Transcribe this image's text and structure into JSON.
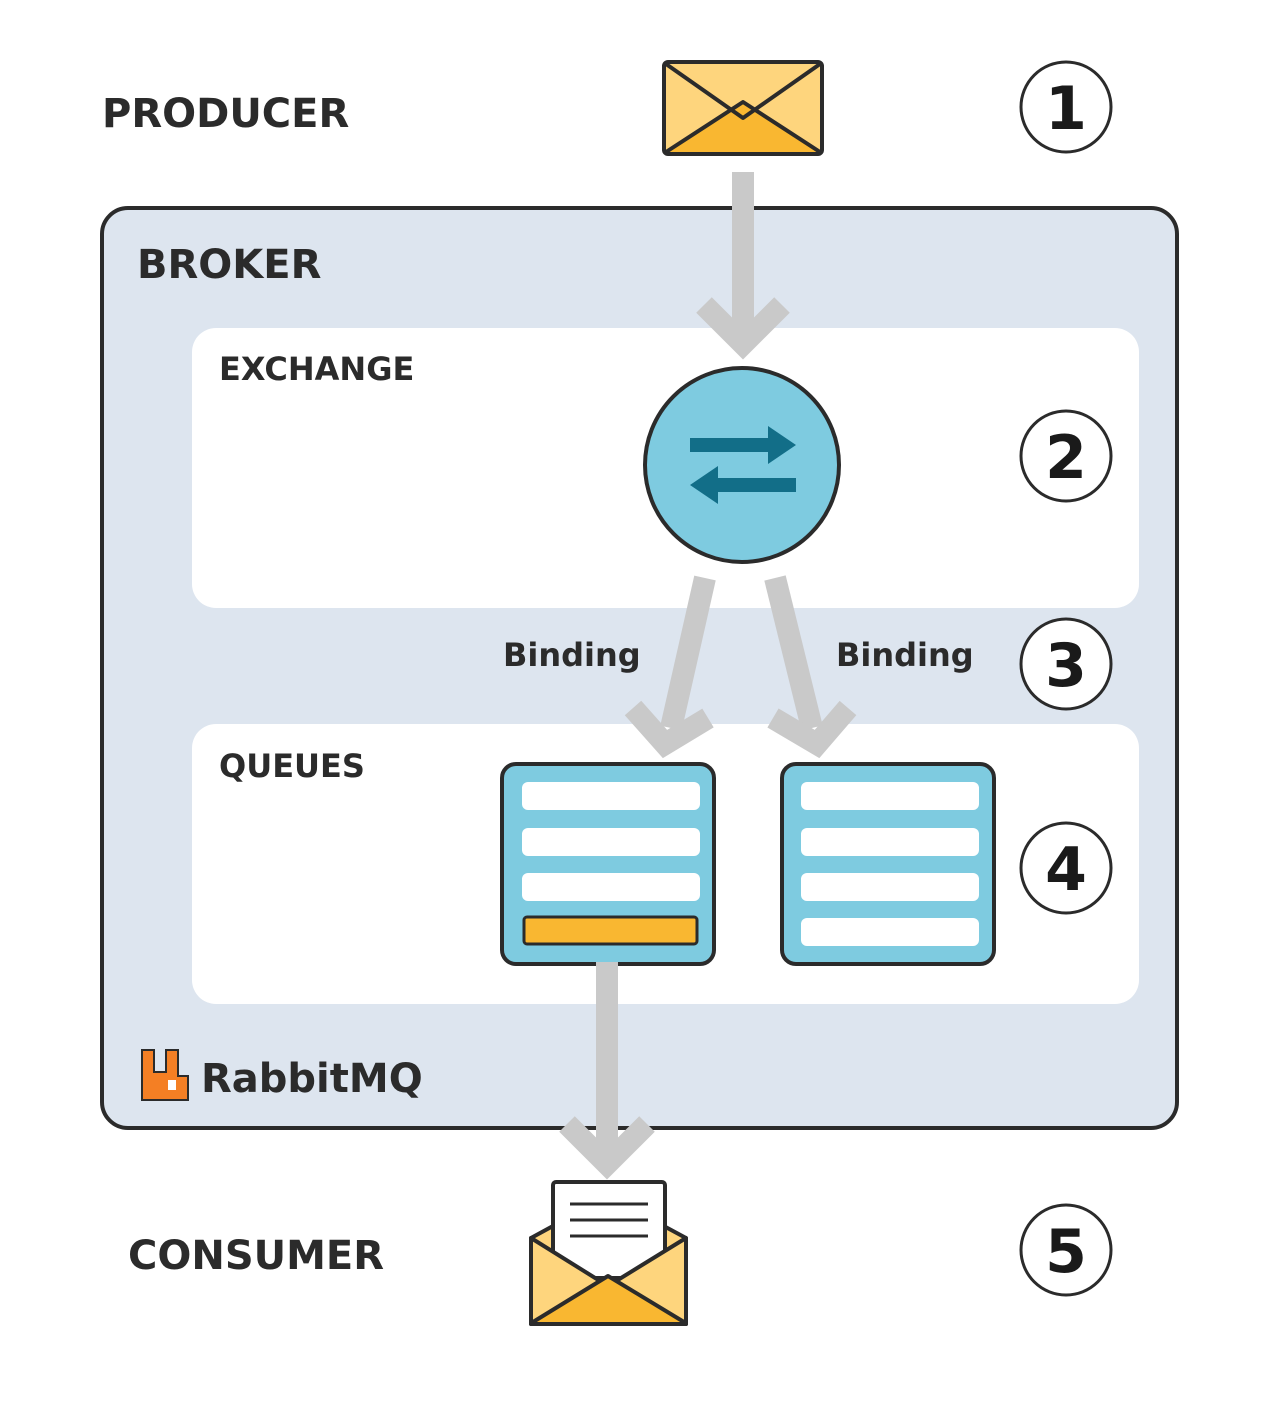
{
  "producer": {
    "label": "PRODUCER"
  },
  "broker": {
    "label": "BROKER"
  },
  "exchange": {
    "label": "EXCHANGE"
  },
  "bindings": [
    {
      "label": "Binding"
    },
    {
      "label": "Binding"
    }
  ],
  "queues": {
    "label": "QUEUES"
  },
  "brand": {
    "name": "RabbitMQ"
  },
  "consumer": {
    "label": "CONSUMER"
  },
  "steps": [
    "1",
    "2",
    "3",
    "4",
    "5"
  ],
  "icons": {
    "producer": "envelope-icon",
    "exchange": "exchange-arrows-icon",
    "queue": "queue-icon",
    "consumer": "open-envelope-letter-icon",
    "brand": "rabbitmq-logo-icon"
  },
  "colors": {
    "broker_bg": "#dde5ef",
    "panel_bg": "#ffffff",
    "outline": "#2b2b2b",
    "envelope": "#fed57d",
    "envelope_accent": "#f9b731",
    "exchange_fill": "#7ecbe0",
    "exchange_arrows": "#126e88",
    "queue_fill": "#7ecbe0",
    "queue_active_item": "#f9b731",
    "arrow": "#c9c9c9",
    "logo": "#f47f24"
  }
}
